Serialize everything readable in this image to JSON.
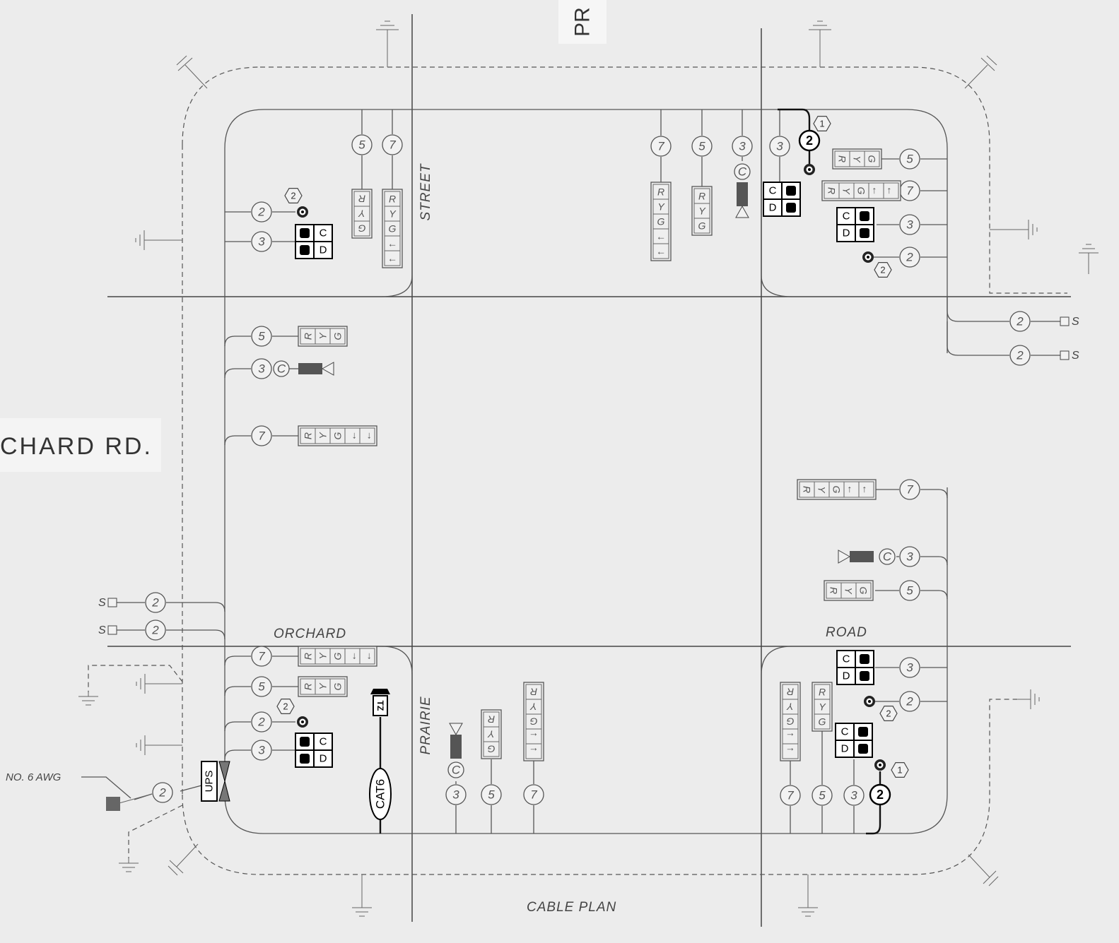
{
  "labels": {
    "road_west": "CHARD RD.",
    "road_north": "PR",
    "street": "STREET",
    "orchard": "ORCHARD",
    "road": "ROAD",
    "prairie": "PRAIRIE",
    "cable_plan": "CABLE PLAN",
    "awg": "NO. 6 AWG",
    "ups": "UPS",
    "cat6": "CAT6",
    "tz": "TZ"
  },
  "cable_numbers": {
    "two": "2",
    "three": "3",
    "five": "5",
    "seven": "7",
    "one": "1"
  },
  "signal_letters": {
    "r": "R",
    "y": "Y",
    "g": "G",
    "c": "C",
    "d": "D",
    "s": "S",
    "arrow": "←"
  },
  "icons": {
    "camera": "camera-icon",
    "detector": "detector-icon",
    "pedestrian": "pedestrian-signal-icon",
    "ground": "ground-icon"
  }
}
